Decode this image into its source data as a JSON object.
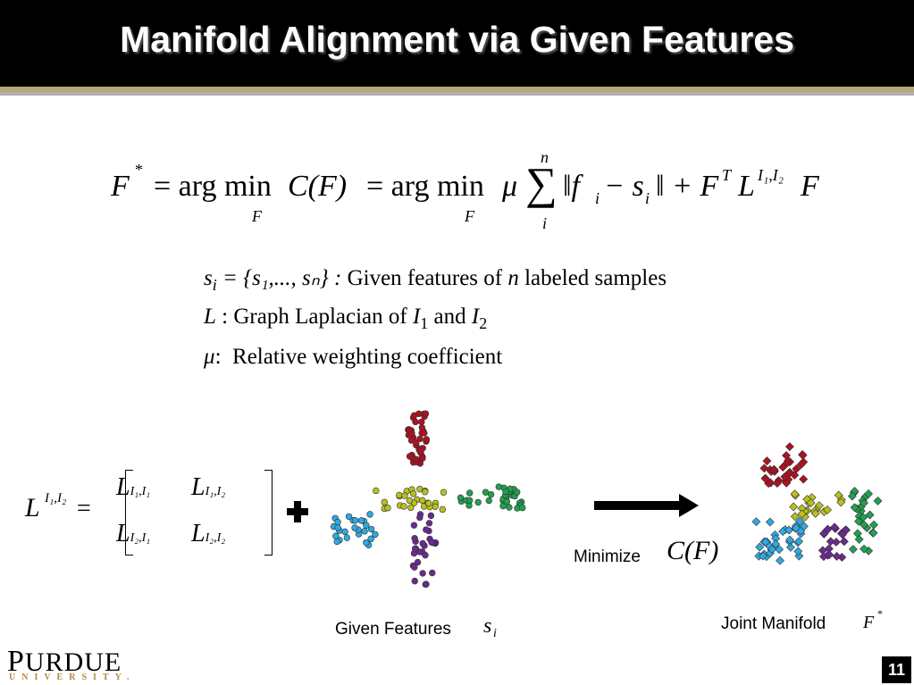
{
  "slide": {
    "title": "Manifold Alignment via Given Features",
    "page_number": "11"
  },
  "equation": {
    "lhs": "F",
    "lhs_sup": "*",
    "eq1": "= arg min",
    "under1": "F",
    "cost": "C(F)",
    "eq2": "= arg min",
    "under2": "F",
    "mu": "μ",
    "sum_top": "n",
    "sum_bottom": "i",
    "norm": "‖f",
    "norm_sub_i": "i",
    "minus": " − s",
    "s_sub_i": "i",
    "norm_close": "‖ + F",
    "transpose": "T",
    "L": "L",
    "L_sup": "I₁,I₂",
    "tail": "F"
  },
  "definitions": [
    {
      "symbol": "s",
      "symbol_sub": "i",
      "expr": " = {s₁,..., sₙ} :",
      "text": "Given features of ",
      "n": "n",
      "text2": " labeled samples"
    },
    {
      "symbol": "L",
      "expr": " :",
      "text": "Graph Laplacian of ",
      "I1": "I",
      "I1_sub": "1",
      "and": " and ",
      "I2": "I",
      "I2_sub": "2"
    },
    {
      "symbol": "μ",
      "expr": ":",
      "text": "Relative weighting coefficient"
    }
  ],
  "matrix": {
    "lhs": "L",
    "lhs_sup": "I₁,I₂",
    "equals": "=",
    "cells": [
      {
        "L": "L",
        "sub": "I₁,I₁"
      },
      {
        "L": "L",
        "sub": "I₁,I₂"
      },
      {
        "L": "L",
        "sub": "I₂,I₁"
      },
      {
        "L": "L",
        "sub": "I₂,I₂"
      }
    ]
  },
  "labels": {
    "minimize": "Minimize",
    "minimize_expr": "C(F)",
    "given_features": "Given Features",
    "given_sym": "s",
    "given_sub": "i",
    "joint_manifold": "Joint Manifold",
    "joint_sym": "F",
    "joint_sup": "*"
  },
  "logo": {
    "name_first": "P",
    "name_rest": "URDUE",
    "sub": "UNIVERSITY."
  },
  "colors": {
    "red": "#b01020",
    "olive": "#b8c020",
    "green": "#20a050",
    "blue": "#30a8e0",
    "purple": "#6a2a90",
    "accent_gold": "#b8a875"
  }
}
